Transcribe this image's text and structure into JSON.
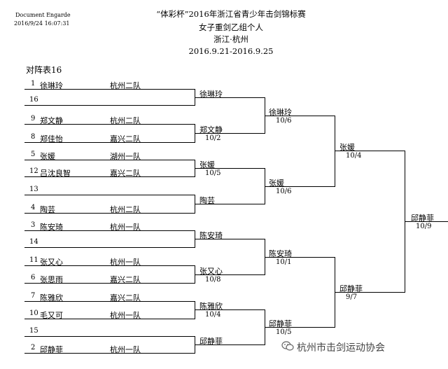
{
  "meta": {
    "software": "Document Engarde",
    "timestamp": "2016/9/24 16:07:31"
  },
  "header": {
    "title": "“体彩杯”2016年浙江省青少年击剑锦标赛",
    "subtitle": "女子重剑乙组个人",
    "location": "浙江·杭州",
    "dates": "2016.9.21-2016.9.25"
  },
  "table_title": "对阵表16",
  "round1": [
    {
      "seed": "1",
      "name": "徐琳玲",
      "team": "杭州二队"
    },
    {
      "seed": "16",
      "name": "",
      "team": ""
    },
    {
      "seed": "9",
      "name": "郑文静",
      "team": "杭州二队"
    },
    {
      "seed": "8",
      "name": "郑佳怡",
      "team": "嘉兴二队"
    },
    {
      "seed": "5",
      "name": "张媛",
      "team": "湖州一队"
    },
    {
      "seed": "12",
      "name": "吕沈良智",
      "team": "嘉兴二队"
    },
    {
      "seed": "13",
      "name": "",
      "team": ""
    },
    {
      "seed": "4",
      "name": "陶芸",
      "team": "杭州二队"
    },
    {
      "seed": "3",
      "name": "陈安琦",
      "team": "杭州一队"
    },
    {
      "seed": "14",
      "name": "",
      "team": ""
    },
    {
      "seed": "11",
      "name": "张又心",
      "team": "杭州一队"
    },
    {
      "seed": "6",
      "name": "张思雨",
      "team": "嘉兴二队"
    },
    {
      "seed": "7",
      "name": "陈雅欣",
      "team": "嘉兴二队"
    },
    {
      "seed": "10",
      "name": "毛又可",
      "team": "杭州一队"
    },
    {
      "seed": "15",
      "name": "",
      "team": ""
    },
    {
      "seed": "2",
      "name": "邱静菲",
      "team": "杭州一队"
    }
  ],
  "round2": [
    {
      "name": "徐琳玲",
      "score": ""
    },
    {
      "name": "郑文静",
      "score": "10/2"
    },
    {
      "name": "张媛",
      "score": "10/5"
    },
    {
      "name": "陶芸",
      "score": ""
    },
    {
      "name": "陈安琦",
      "score": ""
    },
    {
      "name": "张又心",
      "score": "10/8"
    },
    {
      "name": "陈雅欣",
      "score": "10/4"
    },
    {
      "name": "邱静菲",
      "score": ""
    }
  ],
  "round3": [
    {
      "name": "徐琳玲",
      "score": "10/6"
    },
    {
      "name": "张媛",
      "score": "10/6"
    },
    {
      "name": "陈安琦",
      "score": "10/1"
    },
    {
      "name": "邱静菲",
      "score": "10/5"
    }
  ],
  "round4": [
    {
      "name": "张媛",
      "score": "10/4"
    },
    {
      "name": "邱静菲",
      "score": "9/7"
    }
  ],
  "final": {
    "name": "邱静菲",
    "score": "10/9"
  },
  "watermark": {
    "text": "杭州市击剑运动协会",
    "icon": "wechat-icon"
  }
}
